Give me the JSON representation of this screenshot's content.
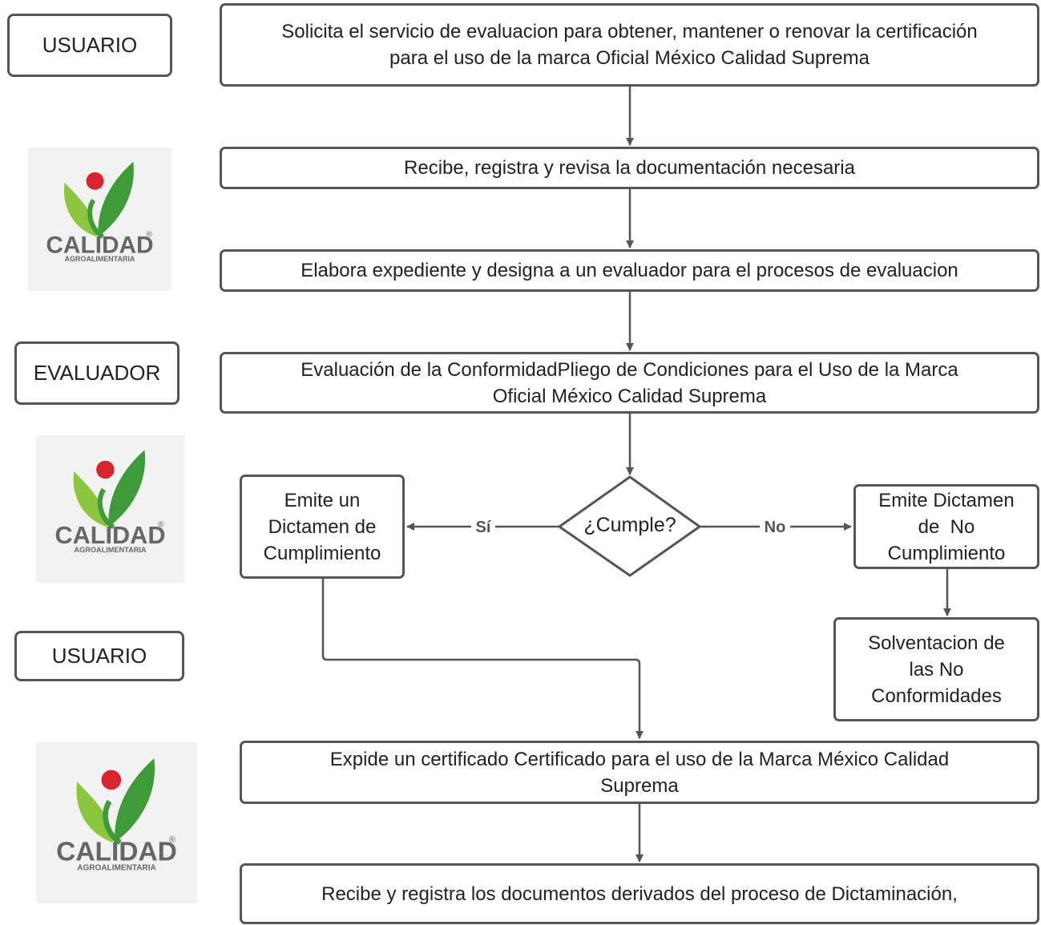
{
  "roles": {
    "usuario_top": "USUARIO",
    "evaluador": "EVALUADOR",
    "usuario_bottom": "USUARIO"
  },
  "logos": {
    "brand_text": "CALIDAD",
    "brand_sub": "AGROALIMENTARIA",
    "registered": "®",
    "colors": {
      "leaf_light": "#8cc63f",
      "leaf_dark": "#3f9a3a",
      "berry": "#d9232e",
      "text": "#666666"
    }
  },
  "steps": {
    "solicita_line1": "Solicita el servicio de evaluacion para obtener, mantener o renovar la certificación",
    "solicita_line2": "para el uso de la marca Oficial México Calidad Suprema",
    "recibe": "Recibe, registra y revisa la documentación necesaria",
    "elabora": "Elabora expediente y designa a un evaluador para el procesos de evaluacion",
    "evaluacion_line1": "Evaluación de la ConformidadPliego de Condiciones para el Uso de la Marca",
    "evaluacion_line2": "Oficial México Calidad Suprema",
    "decision": "¿Cumple?",
    "si_label": "Sí",
    "no_label": "No",
    "cumplimiento_l1": "Emite un",
    "cumplimiento_l2": "Dictamen de",
    "cumplimiento_l3": "Cumplimiento",
    "no_cumplimiento_l1": "Emite Dictamen",
    "no_cumplimiento_l2": "de  No",
    "no_cumplimiento_l3": "Cumplimiento",
    "solventacion_l1": "Solventacion de",
    "solventacion_l2": "las No",
    "solventacion_l3": "Conformidades",
    "expide_line1": "Expide un certificado Certificado para el uso de la Marca México Calidad",
    "expide_line2": "Suprema",
    "registra": "Recibe y registra los documentos derivados del proceso de Dictaminación,"
  },
  "colors": {
    "border": "#555555",
    "arrow": "#555555",
    "text": "#222222"
  }
}
